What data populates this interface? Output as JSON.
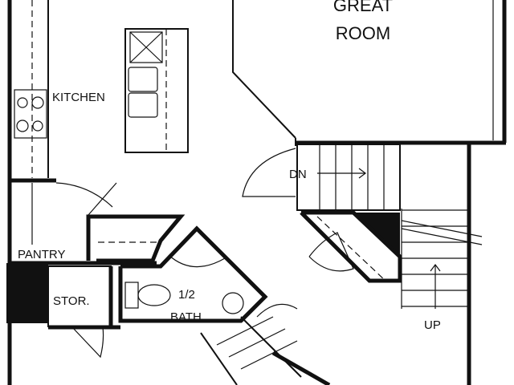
{
  "rooms": {
    "great_room_line1": "GREAT",
    "great_room_line2": "ROOM",
    "kitchen": "KITCHEN",
    "pantry": "PANTRY",
    "storage": "STOR.",
    "bath_line1": "1/2",
    "bath_line2": "BATH"
  },
  "stairs": {
    "down": "DN",
    "up": "UP"
  }
}
